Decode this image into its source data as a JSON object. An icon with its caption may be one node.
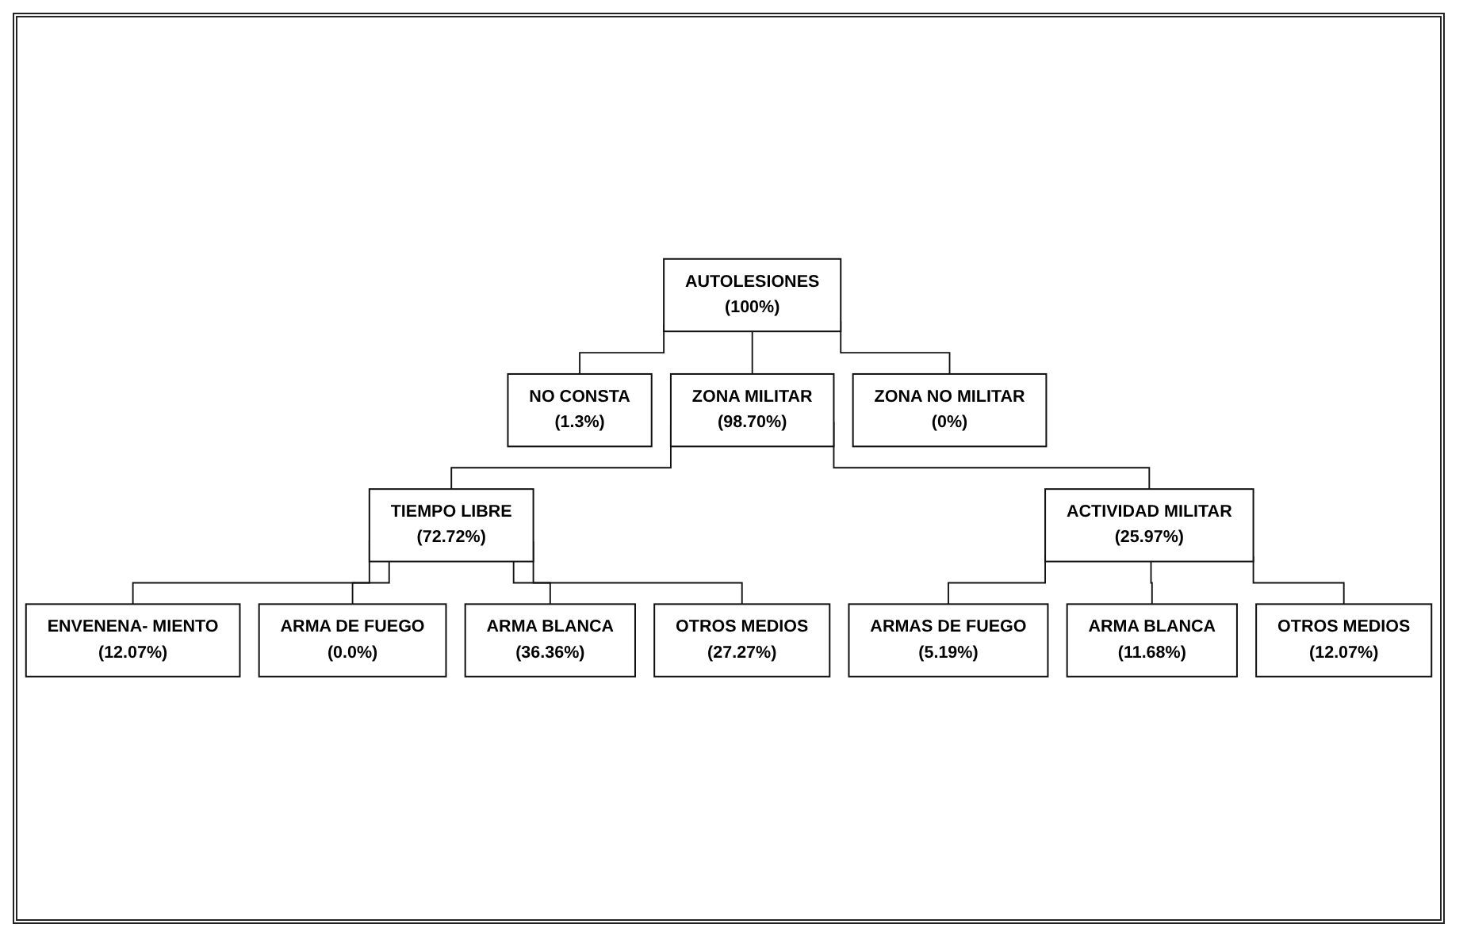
{
  "diagram": {
    "nodes": [
      {
        "text": [
          "AUTOLESIONES",
          "(100%)"
        ]
      },
      {
        "text": [
          "NO CONSTA",
          "(1.3%)"
        ]
      },
      {
        "text": [
          "ZONA MILITAR",
          "(98.70%)"
        ]
      },
      {
        "text": [
          "ZONA NO MILITAR",
          "(0%)"
        ]
      },
      {
        "text": [
          "TIEMPO LIBRE",
          "(72.72%)"
        ]
      },
      {
        "text": [
          "ACTIVIDAD MILITAR",
          "(25.97%)"
        ]
      },
      {
        "text": [
          "ENVENENA- MIENTO",
          "(12.07%)"
        ]
      },
      {
        "text": [
          "ARMA DE FUEGO",
          "(0.0%)"
        ]
      },
      {
        "text": [
          "ARMA BLANCA",
          "(36.36%)"
        ]
      },
      {
        "text": [
          "OTROS MEDIOS",
          "(27.27%)"
        ]
      },
      {
        "text": [
          "ARMAS DE FUEGO",
          "(5.19%)"
        ]
      },
      {
        "text": [
          "ARMA BLANCA",
          "(11.68%)"
        ]
      },
      {
        "text": [
          "OTROS MEDIOS",
          "(12.07%)"
        ]
      }
    ],
    "edges": [
      {
        "from": 0,
        "to": 1,
        "arrow": "none"
      },
      {
        "from": 0,
        "to": 2,
        "arrow": "none"
      },
      {
        "from": 0,
        "to": 3,
        "arrow": "none"
      },
      {
        "from": 2,
        "to": 4,
        "arrow": "none"
      },
      {
        "from": 2,
        "to": 5,
        "arrow": "none"
      },
      {
        "from": 4,
        "to": 6,
        "arrow": "none"
      },
      {
        "from": 4,
        "to": 7,
        "arrow": "none"
      },
      {
        "from": 4,
        "to": 8,
        "arrow": "none"
      },
      {
        "from": 4,
        "to": 9,
        "arrow": "none"
      },
      {
        "from": 5,
        "to": 10,
        "arrow": "none"
      },
      {
        "from": 5,
        "to": 11,
        "arrow": "none"
      },
      {
        "from": 5,
        "to": 12,
        "arrow": "none"
      }
    ]
  }
}
